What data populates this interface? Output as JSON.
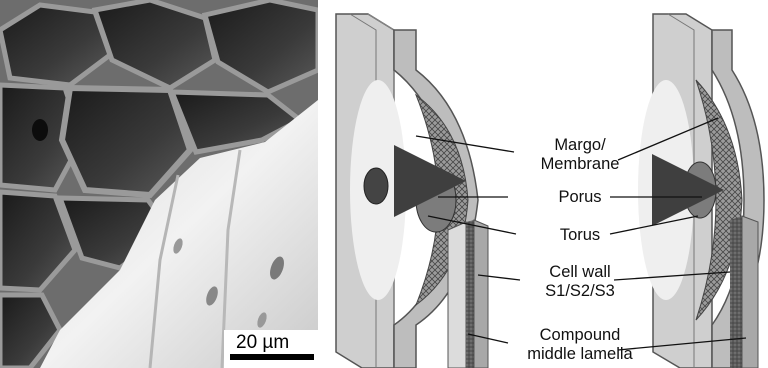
{
  "micrograph": {
    "scale_bar_label": "20 µm"
  },
  "diagram": {
    "labels": {
      "margo_line1": "Margo/",
      "margo_line2": "Membrane",
      "porus": "Porus",
      "torus": "Torus",
      "cellwall_line1": "Cell wall",
      "cellwall_line2": "S1/S2/S3",
      "compound_line1": "Compound",
      "compound_line2": "middle lamella"
    }
  },
  "colors": {
    "wall_light": "#e6e6e6",
    "wall_mid": "#bdbdbd",
    "wall_dark": "#6a6a6a",
    "arrow": "#3f3f3f"
  }
}
